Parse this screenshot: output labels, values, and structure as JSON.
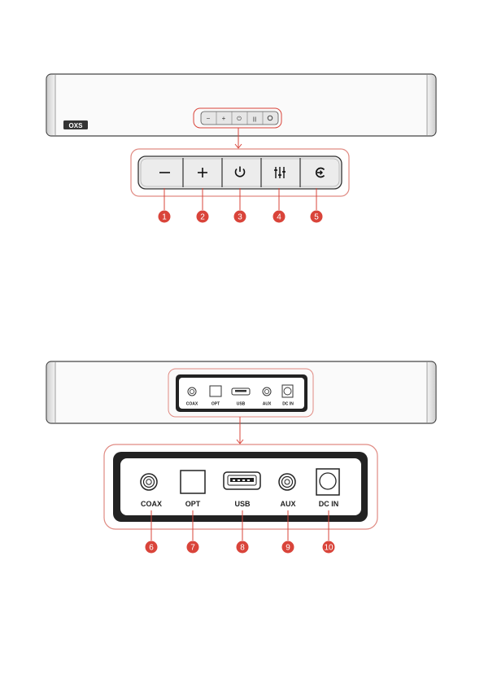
{
  "brand": {
    "logo_text": "OXS"
  },
  "colors": {
    "accent": "#d9443a",
    "outline": "#e08a82",
    "device": "#f2f2f2",
    "panel": "#222222"
  },
  "top_panel": {
    "buttons": [
      {
        "icon": "minus-icon",
        "number": "1"
      },
      {
        "icon": "plus-icon",
        "number": "2"
      },
      {
        "icon": "power-icon",
        "number": "3"
      },
      {
        "icon": "sliders-icon",
        "number": "4"
      },
      {
        "icon": "source-icon",
        "number": "5"
      }
    ]
  },
  "bottom_panel": {
    "ports": [
      {
        "icon": "coax-port-icon",
        "label": "COAX",
        "number": "6"
      },
      {
        "icon": "optical-port-icon",
        "label": "OPT",
        "number": "7"
      },
      {
        "icon": "usb-port-icon",
        "label": "USB",
        "number": "8"
      },
      {
        "icon": "aux-port-icon",
        "label": "AUX",
        "number": "9"
      },
      {
        "icon": "dc-in-port-icon",
        "label": "DC IN",
        "number": "10"
      }
    ]
  }
}
